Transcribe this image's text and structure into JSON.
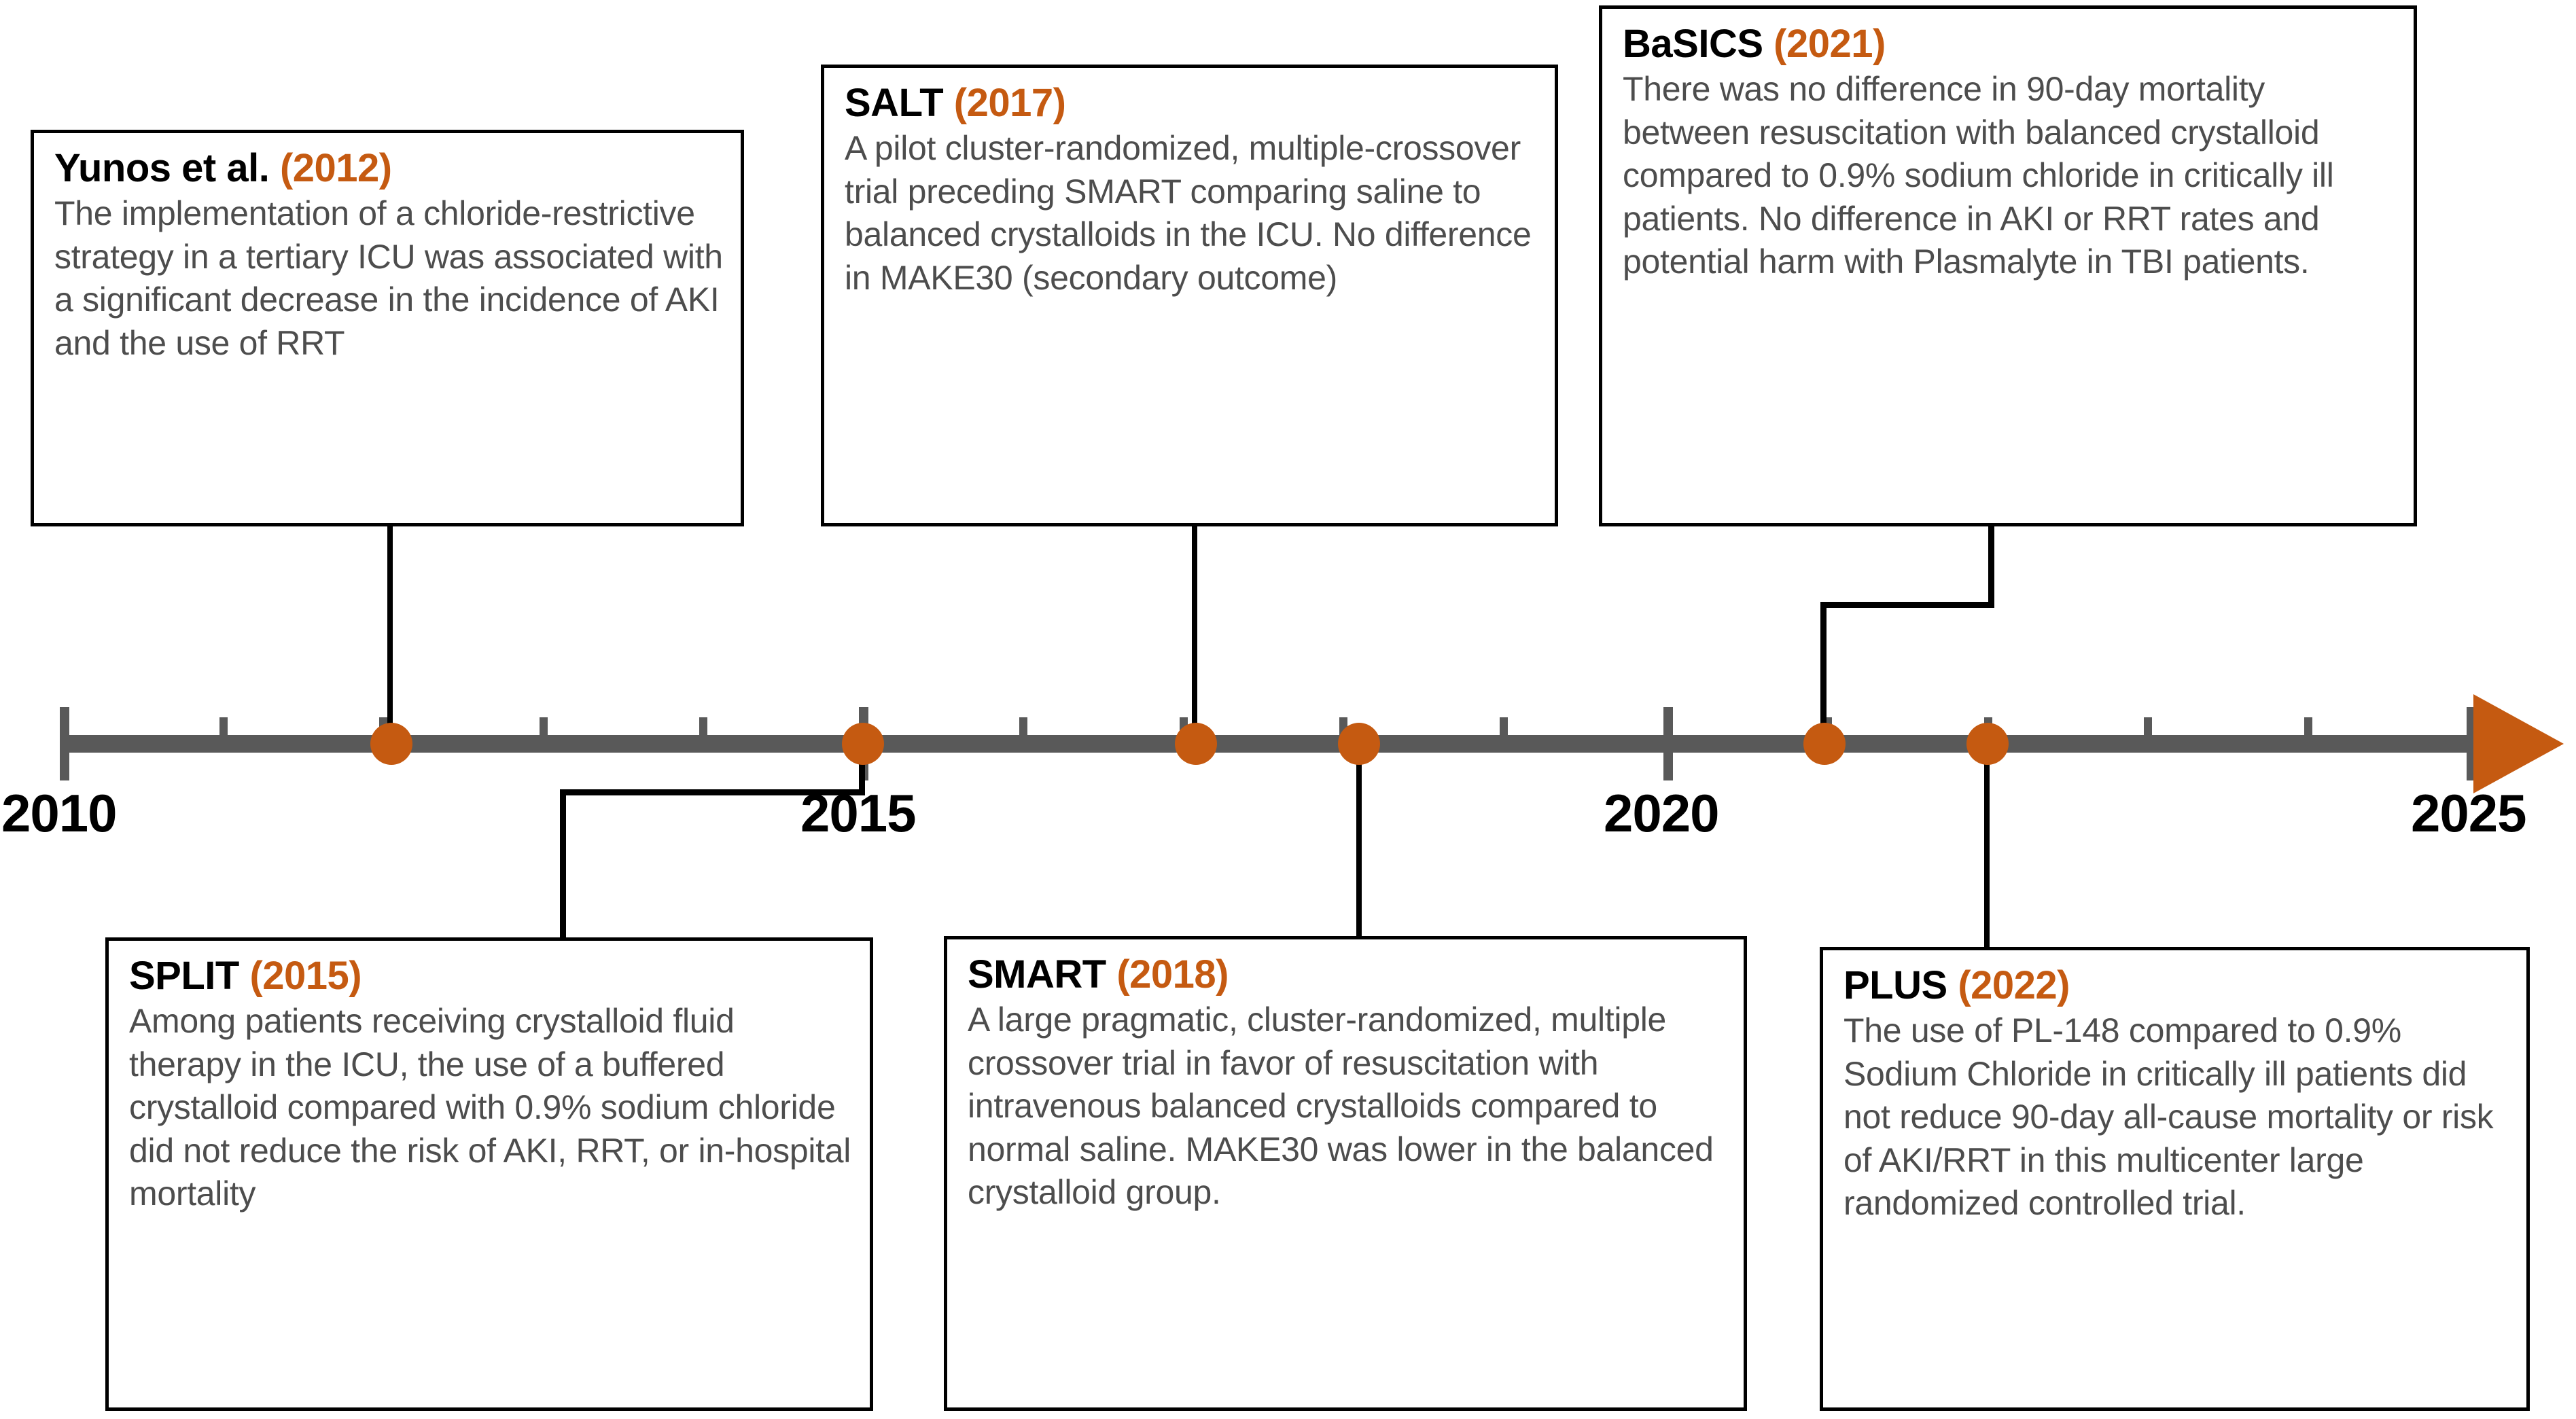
{
  "figure": {
    "type": "timeline",
    "accent_color": "#C55A11",
    "axis_color": "#595959",
    "body_text_color": "#4D4D4D"
  },
  "axis": {
    "range_start": "2010",
    "range_end": "2025",
    "labels": [
      "2010",
      "2015",
      "2020",
      "2025"
    ],
    "arrow_direction": "right"
  },
  "events": [
    {
      "key": "yunos",
      "title": "Yunos et al.",
      "year": "(2012)",
      "year_value": "2012",
      "body": "The implementation of a chloride-restrictive strategy in a tertiary ICU was associated with a significant decrease in the incidence of AKI and the use of RRT",
      "position": "above"
    },
    {
      "key": "split",
      "title": "SPLIT",
      "year": "(2015)",
      "year_value": "2015",
      "body": "Among patients receiving crystalloid fluid therapy in the ICU, the use of a buffered crystalloid compared with 0.9% sodium chloride did not reduce the risk of AKI, RRT, or in-hospital mortality",
      "position": "below"
    },
    {
      "key": "salt",
      "title": "SALT",
      "year": "(2017)",
      "year_value": "2017",
      "body": "A pilot cluster-randomized, multiple-crossover trial preceding SMART comparing saline to balanced crystalloids in the ICU. No difference in MAKE30 (secondary outcome)",
      "position": "above"
    },
    {
      "key": "smart",
      "title": "SMART",
      "year": "(2018)",
      "year_value": "2018",
      "body": "A large pragmatic, cluster-randomized, multiple crossover trial in favor of resuscitation with intravenous balanced crystalloids compared to normal saline. MAKE30 was lower in the balanced crystalloid group.",
      "position": "below"
    },
    {
      "key": "basics",
      "title": "BaSICS",
      "year": "(2021)",
      "year_value": "2021",
      "body": "There was no difference in 90-day mortality between resuscitation with balanced crystalloid compared to 0.9% sodium chloride in critically ill patients. No difference in AKI or RRT rates and potential harm with Plasmalyte in TBI patients.",
      "position": "above"
    },
    {
      "key": "plus",
      "title": "PLUS",
      "year": "(2022)",
      "year_value": "2022",
      "body": "The use of PL-148 compared to 0.9% Sodium Chloride in critically ill patients did not reduce 90-day all-cause mortality or risk of AKI/RRT in this multicenter large randomized controlled trial.",
      "position": "below"
    }
  ]
}
